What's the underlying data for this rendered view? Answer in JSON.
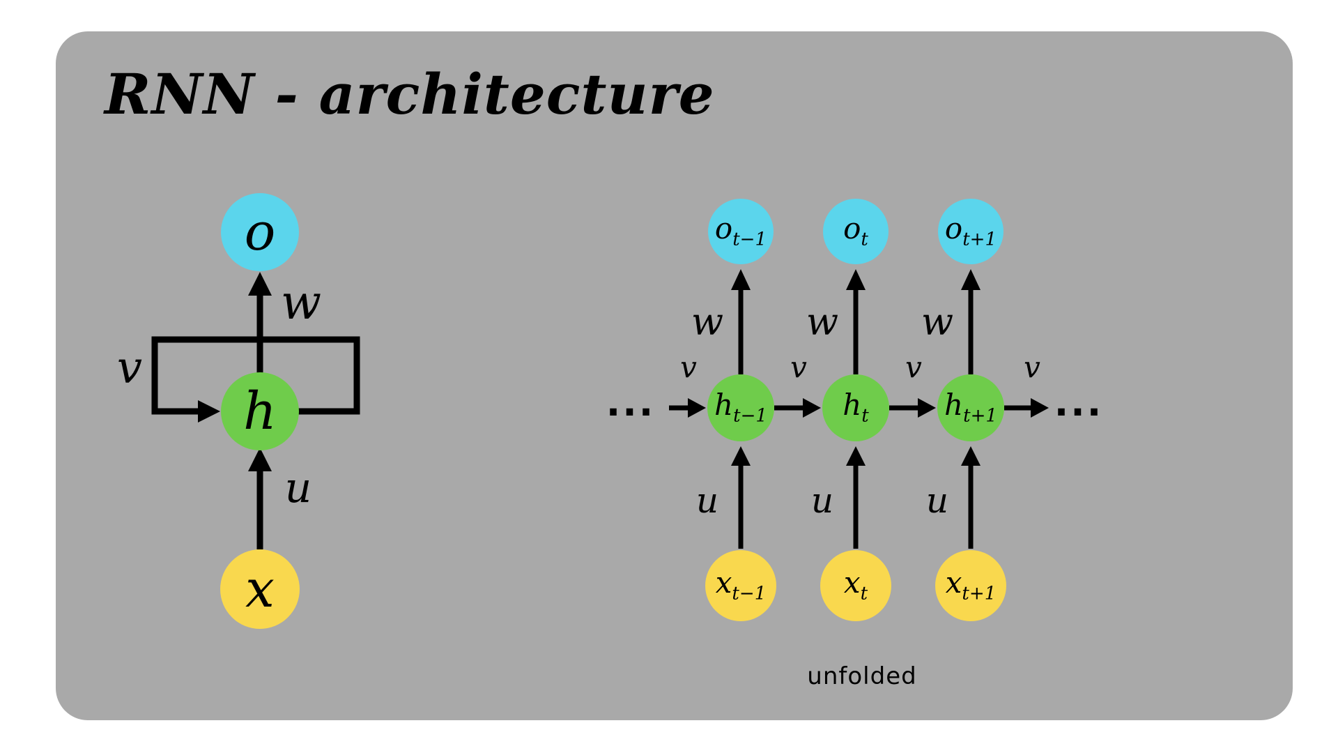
{
  "title": "RNN - architecture",
  "caption": "unfolded",
  "colors": {
    "panel": "#a9a9a9",
    "output_node": "#5bd5ec",
    "hidden_node": "#6fcc4b",
    "input_node": "#f9d84e",
    "stroke": "#000000"
  },
  "folded": {
    "output_label": "o",
    "hidden_label": "h",
    "input_label": "x",
    "w_label": "w",
    "u_label": "u",
    "v_label": "v"
  },
  "unfolded": {
    "ellipsis_left": "...",
    "ellipsis_right": "...",
    "v_labels": [
      "v",
      "v",
      "v",
      "v"
    ],
    "columns": [
      {
        "o_base": "o",
        "o_sub": "t−1",
        "h_base": "h",
        "h_sub": "t−1",
        "x_base": "x",
        "x_sub": "t−1",
        "w": "w",
        "u": "u"
      },
      {
        "o_base": "o",
        "o_sub": "t",
        "h_base": "h",
        "h_sub": "t",
        "x_base": "x",
        "x_sub": "t",
        "w": "w",
        "u": "u"
      },
      {
        "o_base": "o",
        "o_sub": "t+1",
        "h_base": "h",
        "h_sub": "t+1",
        "x_base": "x",
        "x_sub": "t+1",
        "w": "w",
        "u": "u"
      }
    ]
  }
}
